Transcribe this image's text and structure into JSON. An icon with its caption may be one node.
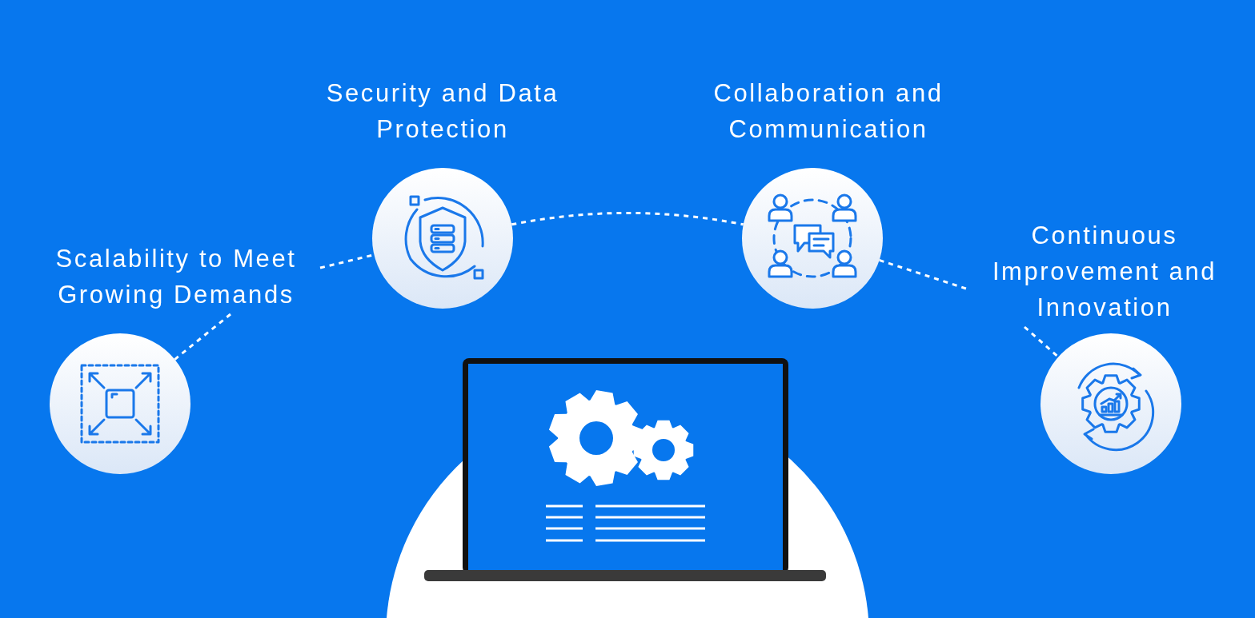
{
  "diagram": {
    "nodes": [
      {
        "text": [
          "Scalability to Meet Growing Demands"
        ]
      },
      {
        "text": [],
        "shape": "circle"
      },
      {
        "text": [],
        "shape": "circle",
        "beside": [
          "Security and Data Protection"
        ]
      },
      {
        "text": [],
        "shape": "circle",
        "beside": [
          "Collaboration and Communication"
        ]
      },
      {
        "text": [
          "Continuous Improvement and Innovation"
        ]
      },
      {
        "text": [],
        "shape": "circle"
      }
    ],
    "edges": [
      {
        "from": 0,
        "to": 1,
        "arrow": "none",
        "style": "dashed"
      },
      {
        "from": 0,
        "to": 2,
        "arrow": "none",
        "style": "dashed"
      },
      {
        "from": 2,
        "to": 3,
        "arrow": "none",
        "style": "dashed"
      },
      {
        "from": 3,
        "to": 4,
        "arrow": "none",
        "style": "dashed"
      },
      {
        "from": 4,
        "to": 5,
        "arrow": "none",
        "style": "dashed"
      }
    ]
  }
}
